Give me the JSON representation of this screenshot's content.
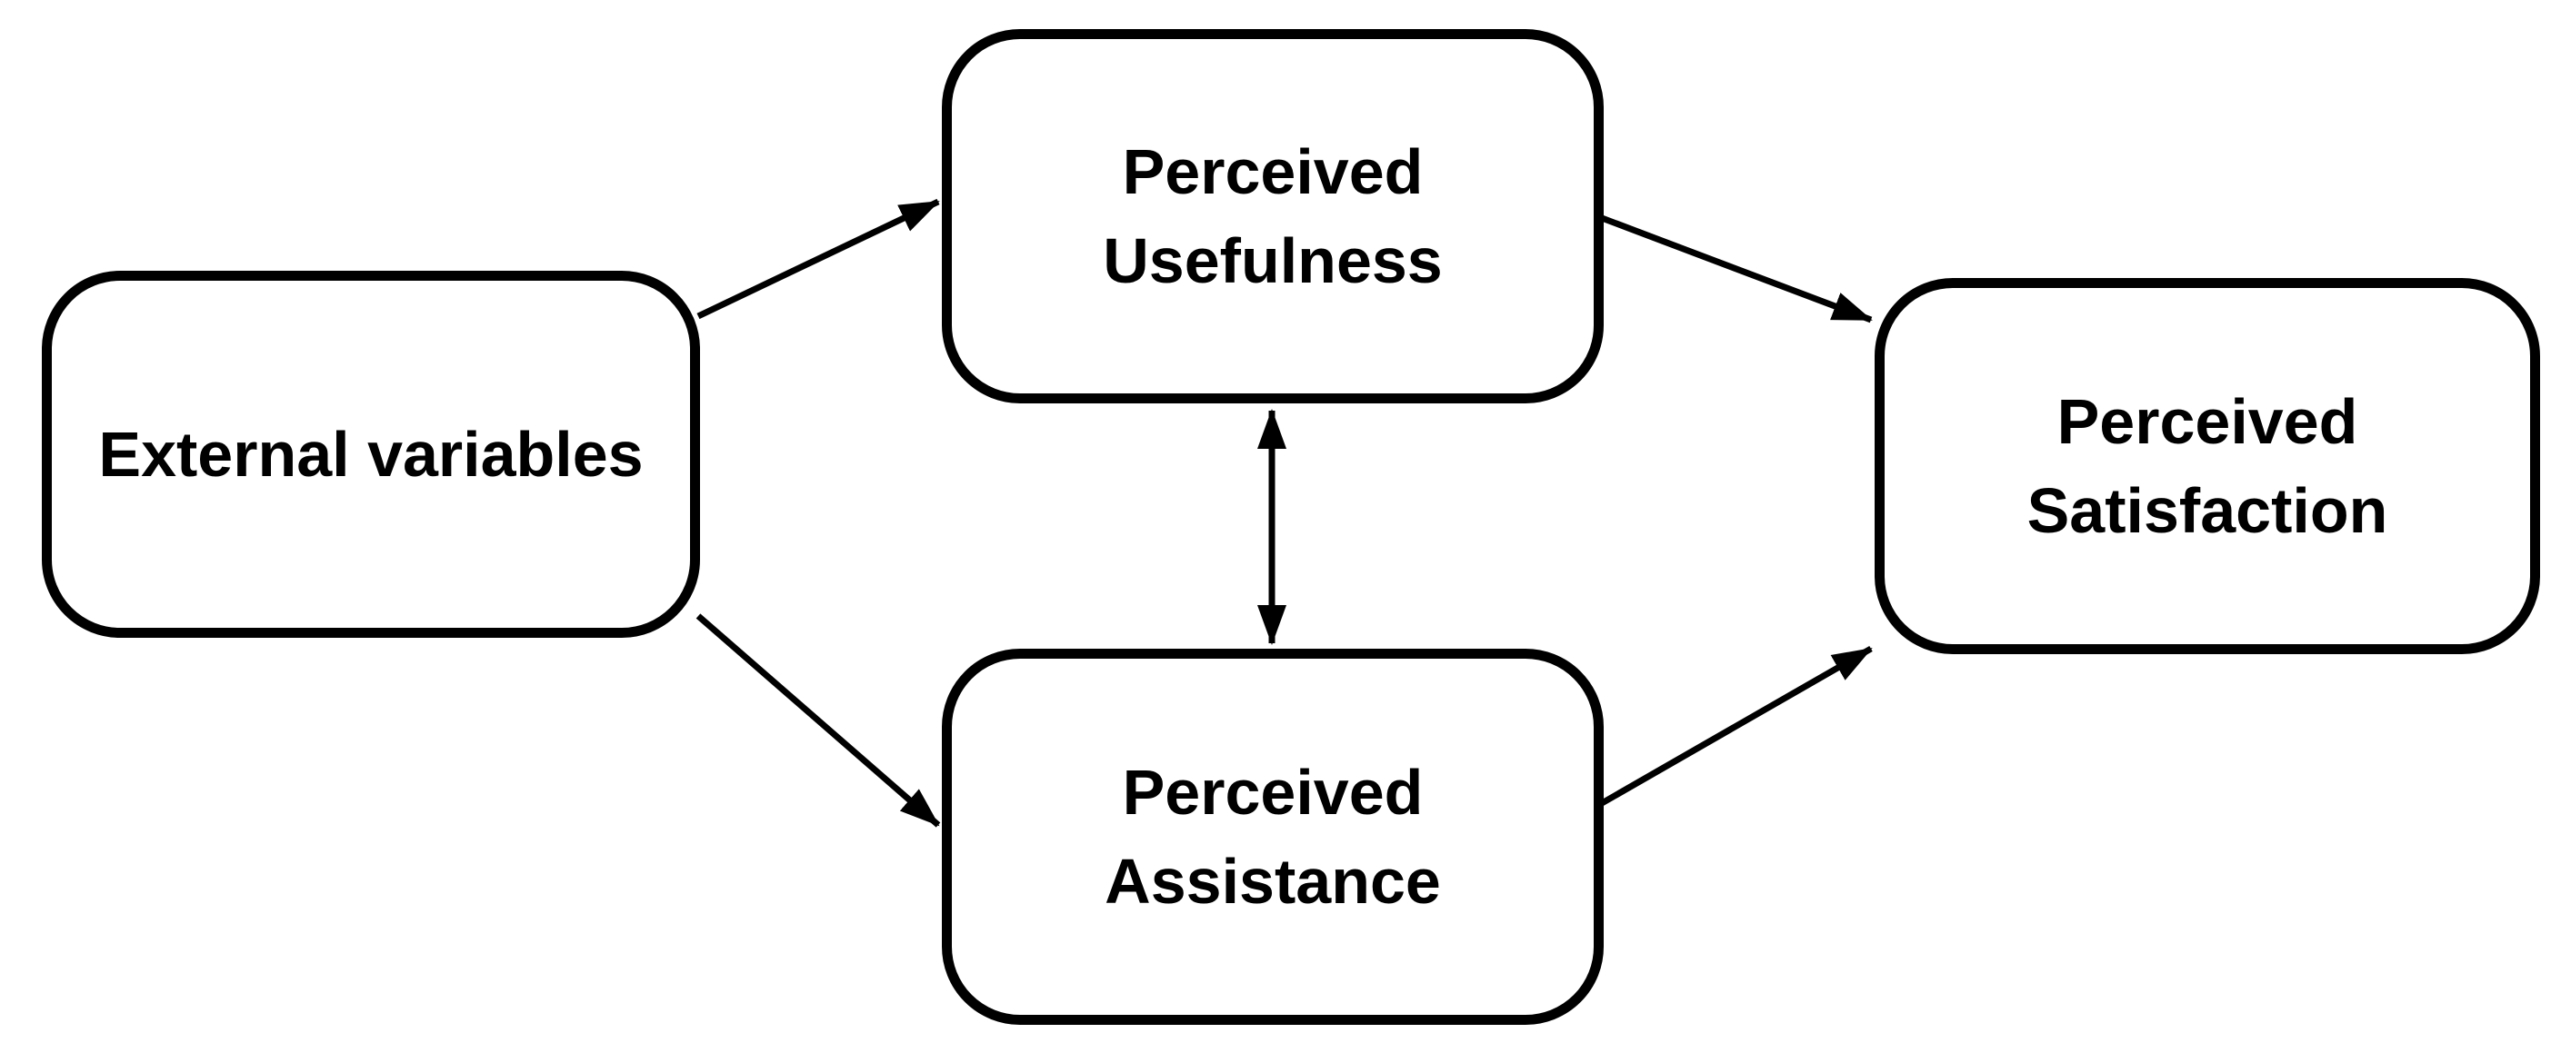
{
  "diagram": {
    "nodes": [
      {
        "id": "external-variables",
        "lines": [
          "External variables"
        ]
      },
      {
        "id": "perceived-usefulness",
        "lines": [
          "Perceived",
          "Usefulness"
        ]
      },
      {
        "id": "perceived-assistance",
        "lines": [
          "Perceived",
          "Assistance"
        ]
      },
      {
        "id": "perceived-satisfaction",
        "lines": [
          "Perceived",
          "Satisfaction"
        ]
      }
    ],
    "edges": [
      {
        "from": "external-variables",
        "to": "perceived-usefulness",
        "arrow": "single"
      },
      {
        "from": "external-variables",
        "to": "perceived-assistance",
        "arrow": "single"
      },
      {
        "from": "perceived-usefulness",
        "to": "perceived-assistance",
        "arrow": "double"
      },
      {
        "from": "perceived-usefulness",
        "to": "perceived-satisfaction",
        "arrow": "single"
      },
      {
        "from": "perceived-assistance",
        "to": "perceived-satisfaction",
        "arrow": "single"
      }
    ],
    "colors": {
      "stroke": "#000000",
      "text": "#000000",
      "background": "#ffffff"
    }
  }
}
